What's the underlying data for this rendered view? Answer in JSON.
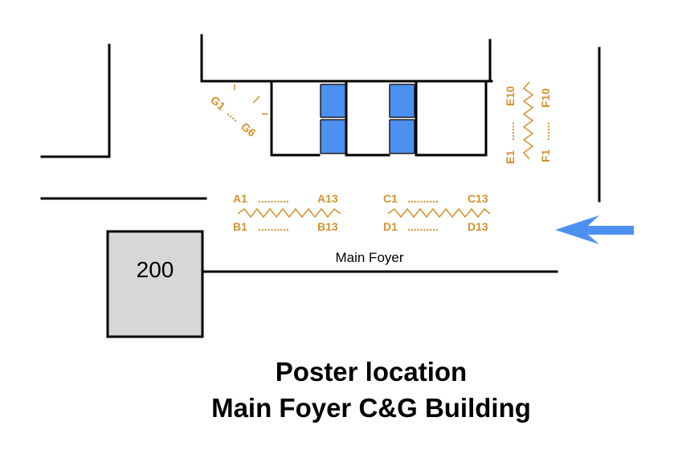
{
  "colors": {
    "wall": "#000000",
    "poster_label": "#d4912f",
    "panel": "#4c90f2",
    "room_fill": "#d8d7d7",
    "arrow": "#4c90f2",
    "text": "#000000"
  },
  "room": {
    "number": "200"
  },
  "area_label": "Main Foyer",
  "title": {
    "line1": "Poster location",
    "line2": "Main Foyer C&G Building"
  },
  "poster_rows": {
    "row_a": {
      "start": "A1",
      "end": "A13",
      "dots": ".........."
    },
    "row_b": {
      "start": "B1",
      "end": "B13",
      "dots": ".........."
    },
    "row_c": {
      "start": "C1",
      "end": "C13",
      "dots": ".........."
    },
    "row_d": {
      "start": "D1",
      "end": "D13",
      "dots": ".........."
    },
    "row_e": {
      "start": "E1",
      "end": "E10",
      "dots": "......"
    },
    "row_f": {
      "start": "F1",
      "end": "F10",
      "dots": "......"
    },
    "row_g": {
      "start": "G1",
      "end": "G6",
      "dots": "...."
    }
  },
  "icons": {
    "entrance": "arrow-left-icon"
  }
}
